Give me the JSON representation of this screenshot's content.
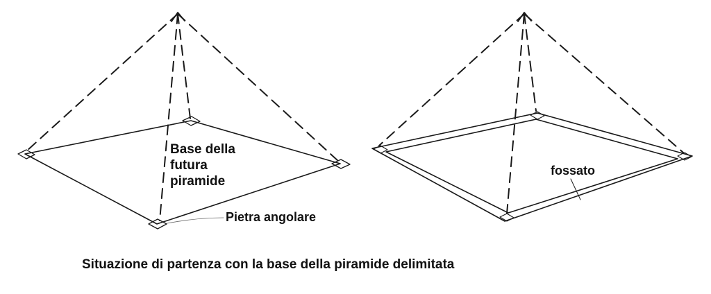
{
  "labels": {
    "base_line1": "Base della",
    "base_line2": "futura",
    "base_line3": "piramide",
    "corner_stone": "Pietra angolare",
    "moat": "fossato"
  },
  "caption": "Situazione di partenza  con la base della piramide delimitata",
  "colors": {
    "ink": "#111111",
    "background": "#ffffff"
  }
}
